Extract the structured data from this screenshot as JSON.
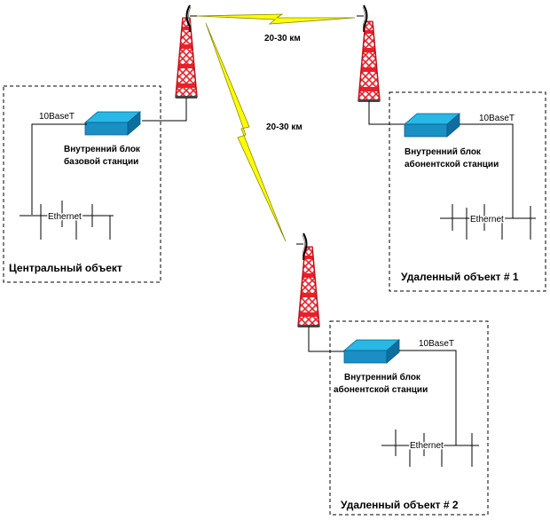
{
  "links": {
    "distance_top": "20-30  км",
    "distance_diagonal": "20-30  км"
  },
  "central": {
    "name": "Центральный объект",
    "port": "10BaseT",
    "unit": [
      "Внутренний блок",
      "базовой станции"
    ],
    "lan": "Ethernet"
  },
  "remote1": {
    "name": "Удаленный объект # 1",
    "port": "10BaseT",
    "unit": [
      "Внутренний блок",
      "абонентской станции"
    ],
    "lan": "Ethernet"
  },
  "remote2": {
    "name": "Удаленный объект # 2",
    "port": "10BaseT",
    "unit": [
      "Внутренний блок",
      "абонентской станции"
    ],
    "lan": "Ethernet"
  },
  "colors": {
    "tower_red": "#e8202a",
    "tower_white": "#ffffff",
    "device_top": "#27b8e6",
    "device_front": "#1a8fc4",
    "device_side": "#0e6e9e",
    "lightning": "#ffff00",
    "border": "#000000"
  }
}
